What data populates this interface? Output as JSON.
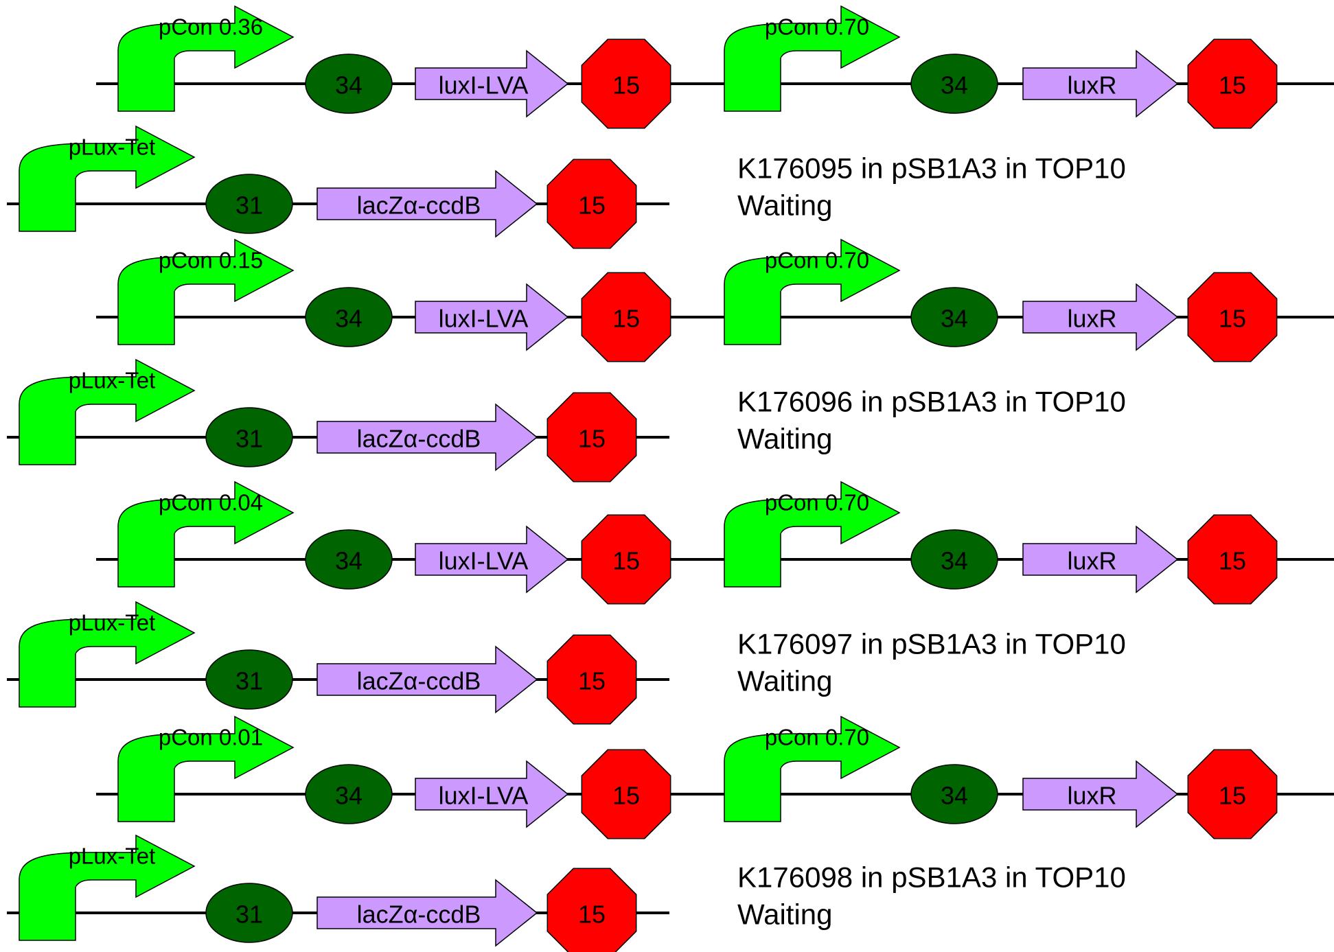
{
  "colors": {
    "promoter": "#00ff00",
    "rbs": "#006400",
    "cds": "#cc99ff",
    "terminator": "#ff0000",
    "backbone": "#000000",
    "background": "#ffffff"
  },
  "constructs": [
    {
      "id": "K176095",
      "top": {
        "promoter1": "pCon 0.36",
        "rbs1": "34",
        "cds1": "luxI-LVA",
        "term1": "15",
        "promoter2": "pCon 0.70",
        "rbs2": "34",
        "cds2": "luxR",
        "term2": "15"
      },
      "bottom": {
        "promoter": "pLux-Tet",
        "rbs": "31",
        "cds": "lacZα-ccdB",
        "term": "15"
      },
      "description": "K176095 in pSB1A3 in TOP10",
      "status": "Waiting"
    },
    {
      "id": "K176096",
      "top": {
        "promoter1": "pCon 0.15",
        "rbs1": "34",
        "cds1": "luxI-LVA",
        "term1": "15",
        "promoter2": "pCon 0.70",
        "rbs2": "34",
        "cds2": "luxR",
        "term2": "15"
      },
      "bottom": {
        "promoter": "pLux-Tet",
        "rbs": "31",
        "cds": "lacZα-ccdB",
        "term": "15"
      },
      "description": "K176096 in pSB1A3 in TOP10",
      "status": "Waiting"
    },
    {
      "id": "K176097",
      "top": {
        "promoter1": "pCon 0.04",
        "rbs1": "34",
        "cds1": "luxI-LVA",
        "term1": "15",
        "promoter2": "pCon 0.70",
        "rbs2": "34",
        "cds2": "luxR",
        "term2": "15"
      },
      "bottom": {
        "promoter": "pLux-Tet",
        "rbs": "31",
        "cds": "lacZα-ccdB",
        "term": "15"
      },
      "description": "K176097 in pSB1A3 in TOP10",
      "status": "Waiting"
    },
    {
      "id": "K176098",
      "top": {
        "promoter1": "pCon 0.01",
        "rbs1": "34",
        "cds1": "luxI-LVA",
        "term1": "15",
        "promoter2": "pCon 0.70",
        "rbs2": "34",
        "cds2": "luxR",
        "term2": "15"
      },
      "bottom": {
        "promoter": "pLux-Tet",
        "rbs": "31",
        "cds": "lacZα-ccdB",
        "term": "15"
      },
      "description": "K176098 in pSB1A3 in TOP10",
      "status": "Waiting"
    }
  ]
}
